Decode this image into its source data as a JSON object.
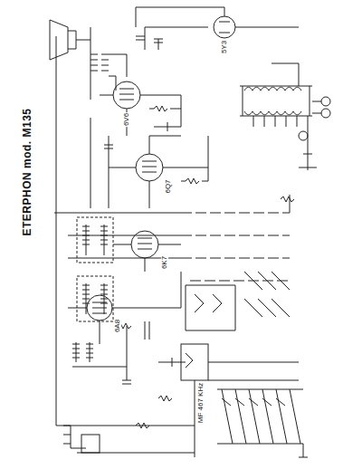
{
  "diagram": {
    "title": "ETERPHON mod. M135",
    "labels": [
      "5Y3",
      "6V6",
      "6Q7",
      "6K7",
      "6A8",
      "MF 467 KHz"
    ]
  }
}
